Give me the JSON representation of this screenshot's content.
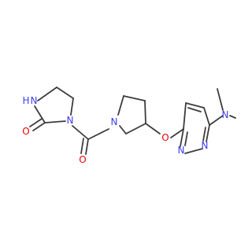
{
  "structure": {
    "atoms": [
      {
        "id": "n_nh",
        "text": "N",
        "color": "#3b3bf5"
      },
      {
        "id": "h_nh",
        "text": "H",
        "color": "#3b3bf5"
      },
      {
        "id": "o_urea",
        "text": "O",
        "color": "#f40000"
      },
      {
        "id": "n_imid",
        "text": "N",
        "color": "#3b3bf5"
      },
      {
        "id": "n_pyrr",
        "text": "N",
        "color": "#3b3bf5"
      },
      {
        "id": "o_carbonyl",
        "text": "O",
        "color": "#f40000"
      },
      {
        "id": "o_ether",
        "text": "O",
        "color": "#f40000"
      },
      {
        "id": "n_py1",
        "text": "N",
        "color": "#3b3bf5"
      },
      {
        "id": "n_py2",
        "text": "N",
        "color": "#3b3bf5"
      },
      {
        "id": "n_nme2",
        "text": "N",
        "color": "#3b3bf5"
      }
    ]
  }
}
